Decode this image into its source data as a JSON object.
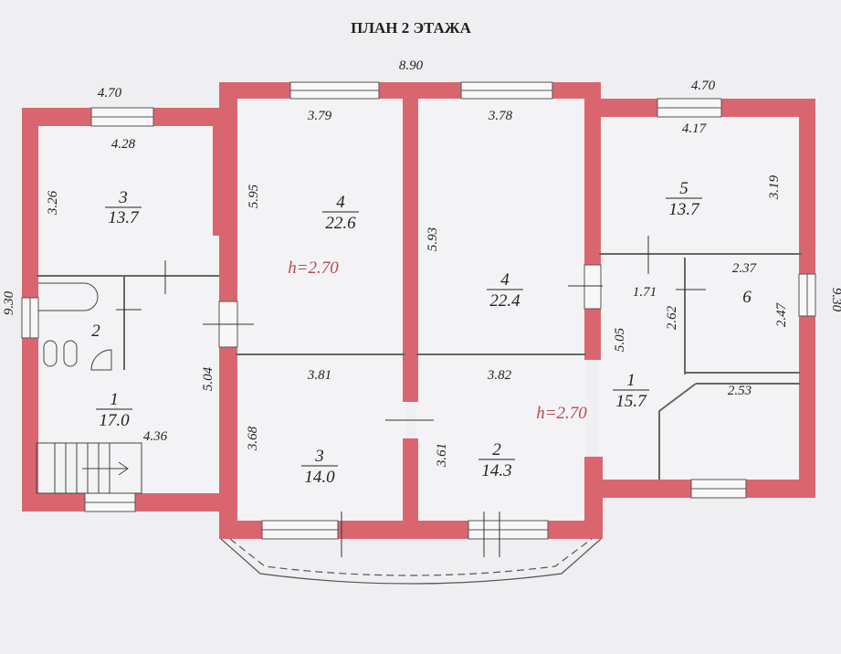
{
  "title": "ПЛАН 2 ЭТАЖА",
  "colors": {
    "wall": "#d9666f",
    "floor": "#f3f3f5",
    "background": "#efeff2",
    "height_text": "#b8484f"
  },
  "overall": {
    "width_top": "8.90",
    "left_top": "4.70",
    "right_top": "4.70",
    "left_side": "9.30",
    "right_side": "9.30"
  },
  "ceiling_height": "h=2.70",
  "rooms": [
    {
      "num": "3",
      "area": "13.7",
      "dims": [
        "4.28",
        "3.26"
      ]
    },
    {
      "num": "2",
      "area": ""
    },
    {
      "num": "1",
      "area": "17.0",
      "dims": [
        "4.36",
        "5.04"
      ]
    },
    {
      "num": "4",
      "area": "22.6",
      "dims": [
        "3.79",
        "5.95"
      ]
    },
    {
      "num": "3",
      "area": "14.0",
      "dims": [
        "3.81",
        "3.68"
      ]
    },
    {
      "num": "4",
      "area": "22.4",
      "dims": [
        "3.78",
        "5.93"
      ]
    },
    {
      "num": "2",
      "area": "14.3",
      "dims": [
        "3.82",
        "3.61"
      ]
    },
    {
      "num": "5",
      "area": "13.7",
      "dims": [
        "4.17",
        "3.19"
      ]
    },
    {
      "num": "6",
      "area": "",
      "dims": [
        "2.37",
        "2.47"
      ]
    },
    {
      "num": "1",
      "area": "15.7",
      "dims": [
        "1.71",
        "2.62",
        "5.05",
        "2.53"
      ]
    }
  ]
}
